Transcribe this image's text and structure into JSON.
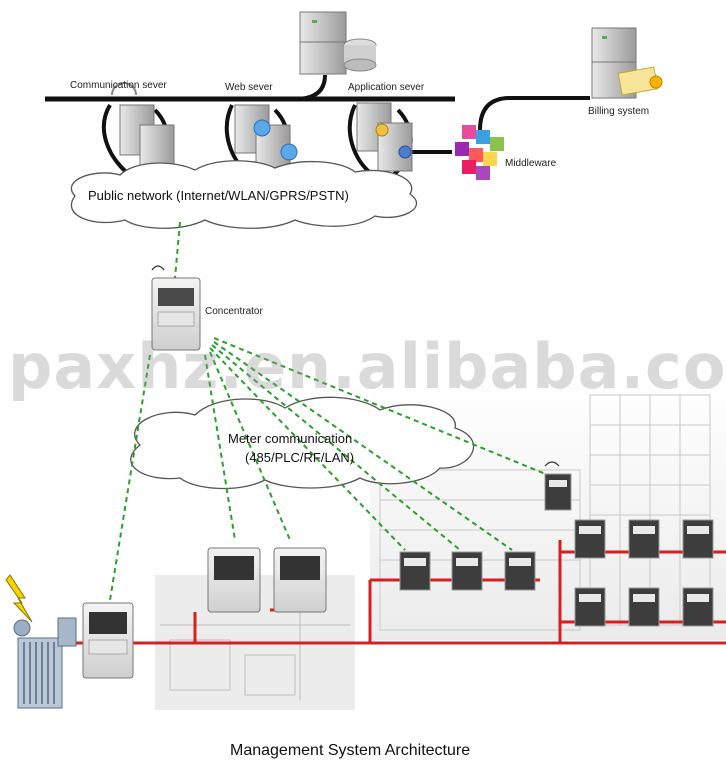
{
  "servers": {
    "communication": "Communication sever",
    "web": "Web sever",
    "application": "Application sever",
    "billing": "Billing system",
    "middleware": "Middleware"
  },
  "public_network": "Public network (Internet/WLAN/GPRS/PSTN)",
  "concentrator": "Concentrator",
  "meter_comm": {
    "line1": "Meter communication",
    "line2": "(485/PLC/RF/LAN)"
  },
  "watermark": "paxhz.en.alibaba.com",
  "title": "Management System Architecture",
  "colors": {
    "bus": "#111111",
    "power_line": "#d42020",
    "link": "#2aa02a"
  }
}
